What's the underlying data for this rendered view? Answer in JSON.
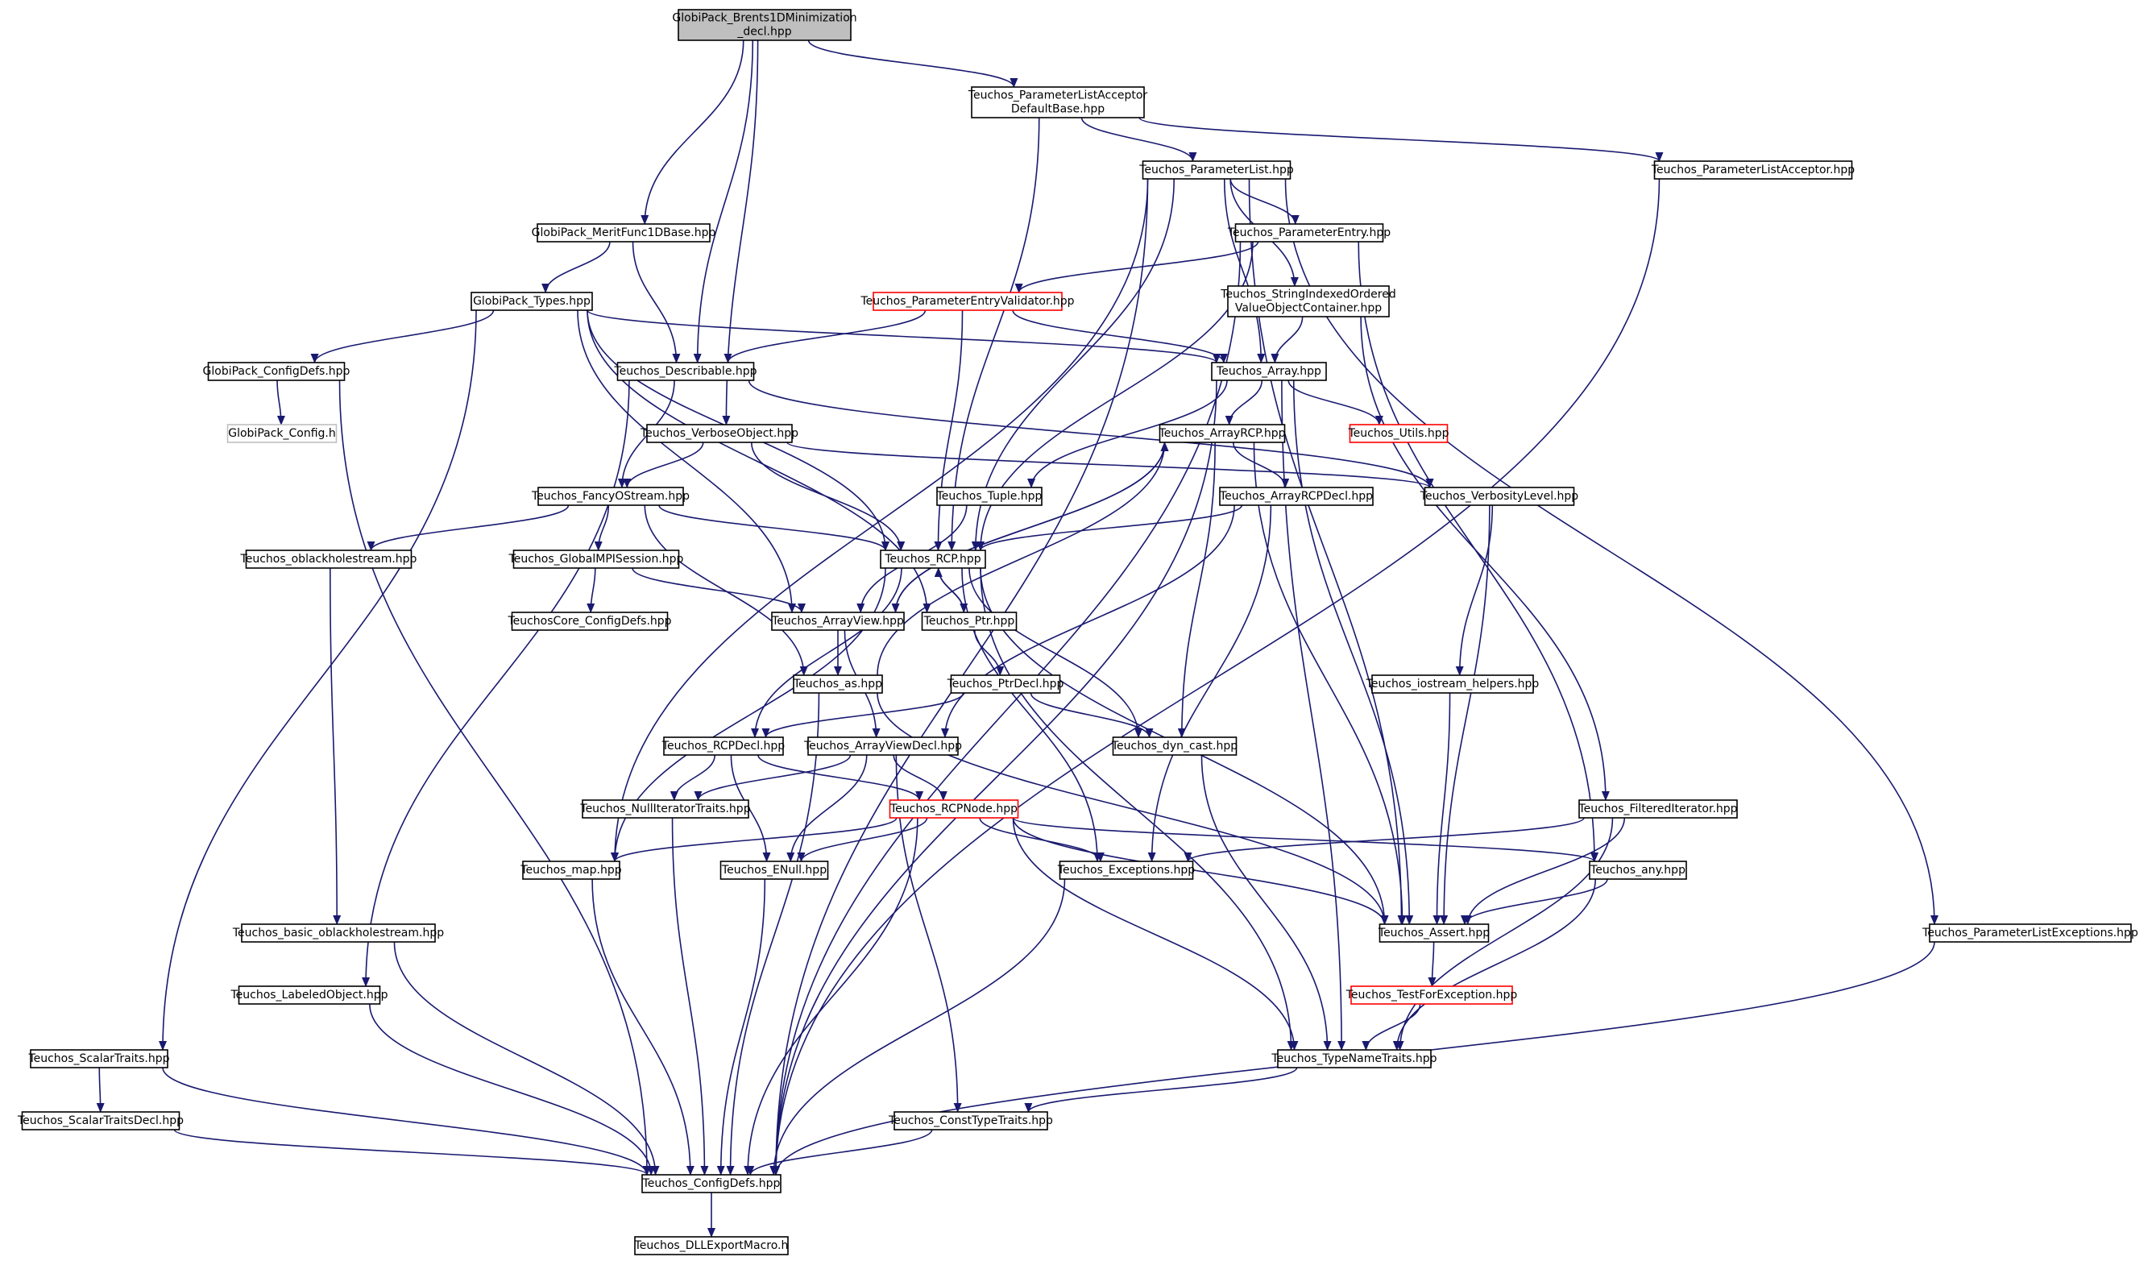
{
  "colors": {
    "edge": "#191970",
    "node_border": "#000000",
    "root_fill": "#bfbfbf",
    "truncated_border": "#ff0000",
    "external_border": "#bfbfbf",
    "external_text": "#555555"
  },
  "nodes": [
    {
      "id": "brents",
      "lines": [
        "GlobiPack_Brents1DMinimization",
        "_decl.hpp"
      ],
      "kind": "root"
    },
    {
      "id": "acceptor_default",
      "lines": [
        "Teuchos_ParameterListAcceptor",
        "DefaultBase.hpp"
      ],
      "kind": "normal"
    },
    {
      "id": "paramlist",
      "lines": [
        "Teuchos_ParameterList.hpp"
      ],
      "kind": "normal"
    },
    {
      "id": "acceptor",
      "lines": [
        "Teuchos_ParameterListAcceptor.hpp"
      ],
      "kind": "normal"
    },
    {
      "id": "meritfunc",
      "lines": [
        "GlobiPack_MeritFunc1DBase.hpp"
      ],
      "kind": "normal"
    },
    {
      "id": "paramentry",
      "lines": [
        "Teuchos_ParameterEntry.hpp"
      ],
      "kind": "normal"
    },
    {
      "id": "globitypes",
      "lines": [
        "GlobiPack_Types.hpp"
      ],
      "kind": "normal"
    },
    {
      "id": "validator",
      "lines": [
        "Teuchos_ParameterEntryValidator.hpp"
      ],
      "kind": "truncated"
    },
    {
      "id": "strindexed",
      "lines": [
        "Teuchos_StringIndexedOrdered",
        "ValueObjectContainer.hpp"
      ],
      "kind": "normal"
    },
    {
      "id": "globiconfigdefs",
      "lines": [
        "GlobiPack_ConfigDefs.hpp"
      ],
      "kind": "normal"
    },
    {
      "id": "describable",
      "lines": [
        "Teuchos_Describable.hpp"
      ],
      "kind": "normal"
    },
    {
      "id": "array",
      "lines": [
        "Teuchos_Array.hpp"
      ],
      "kind": "normal"
    },
    {
      "id": "globiconfigh",
      "lines": [
        "GlobiPack_Config.h"
      ],
      "kind": "external"
    },
    {
      "id": "verboseobj",
      "lines": [
        "Teuchos_VerboseObject.hpp"
      ],
      "kind": "normal"
    },
    {
      "id": "arrayrcp",
      "lines": [
        "Teuchos_ArrayRCP.hpp"
      ],
      "kind": "normal"
    },
    {
      "id": "utils",
      "lines": [
        "Teuchos_Utils.hpp"
      ],
      "kind": "truncated"
    },
    {
      "id": "fancyostream",
      "lines": [
        "Teuchos_FancyOStream.hpp"
      ],
      "kind": "normal"
    },
    {
      "id": "tuple",
      "lines": [
        "Teuchos_Tuple.hpp"
      ],
      "kind": "normal"
    },
    {
      "id": "arrayrcpdecl",
      "lines": [
        "Teuchos_ArrayRCPDecl.hpp"
      ],
      "kind": "normal"
    },
    {
      "id": "verbositylevel",
      "lines": [
        "Teuchos_VerbosityLevel.hpp"
      ],
      "kind": "normal"
    },
    {
      "id": "oblackhole",
      "lines": [
        "Teuchos_oblackholestream.hpp"
      ],
      "kind": "normal"
    },
    {
      "id": "globalmpi",
      "lines": [
        "Teuchos_GlobalMPISession.hpp"
      ],
      "kind": "normal"
    },
    {
      "id": "rcp",
      "lines": [
        "Teuchos_RCP.hpp"
      ],
      "kind": "normal"
    },
    {
      "id": "coreconfigdefs",
      "lines": [
        "TeuchosCore_ConfigDefs.hpp"
      ],
      "kind": "normal"
    },
    {
      "id": "arrayview",
      "lines": [
        "Teuchos_ArrayView.hpp"
      ],
      "kind": "normal"
    },
    {
      "id": "ptr",
      "lines": [
        "Teuchos_Ptr.hpp"
      ],
      "kind": "normal"
    },
    {
      "id": "as",
      "lines": [
        "Teuchos_as.hpp"
      ],
      "kind": "normal"
    },
    {
      "id": "ptrdecl",
      "lines": [
        "Teuchos_PtrDecl.hpp"
      ],
      "kind": "normal"
    },
    {
      "id": "iostreamhelpers",
      "lines": [
        "Teuchos_iostream_helpers.hpp"
      ],
      "kind": "normal"
    },
    {
      "id": "rcpdecl",
      "lines": [
        "Teuchos_RCPDecl.hpp"
      ],
      "kind": "normal"
    },
    {
      "id": "arrayviewdecl",
      "lines": [
        "Teuchos_ArrayViewDecl.hpp"
      ],
      "kind": "normal"
    },
    {
      "id": "dyncast",
      "lines": [
        "Teuchos_dyn_cast.hpp"
      ],
      "kind": "normal"
    },
    {
      "id": "nulliter",
      "lines": [
        "Teuchos_NullIteratorTraits.hpp"
      ],
      "kind": "normal"
    },
    {
      "id": "rcpnode",
      "lines": [
        "Teuchos_RCPNode.hpp"
      ],
      "kind": "truncated"
    },
    {
      "id": "filterediter",
      "lines": [
        "Teuchos_FilteredIterator.hpp"
      ],
      "kind": "normal"
    },
    {
      "id": "map",
      "lines": [
        "Teuchos_map.hpp"
      ],
      "kind": "normal"
    },
    {
      "id": "enull",
      "lines": [
        "Teuchos_ENull.hpp"
      ],
      "kind": "normal"
    },
    {
      "id": "exceptions",
      "lines": [
        "Teuchos_Exceptions.hpp"
      ],
      "kind": "normal"
    },
    {
      "id": "any",
      "lines": [
        "Teuchos_any.hpp"
      ],
      "kind": "normal"
    },
    {
      "id": "basicoblack",
      "lines": [
        "Teuchos_basic_oblackholestream.hpp"
      ],
      "kind": "normal"
    },
    {
      "id": "assert",
      "lines": [
        "Teuchos_Assert.hpp"
      ],
      "kind": "normal"
    },
    {
      "id": "paramlistexc",
      "lines": [
        "Teuchos_ParameterListExceptions.hpp"
      ],
      "kind": "normal"
    },
    {
      "id": "labeledobj",
      "lines": [
        "Teuchos_LabeledObject.hpp"
      ],
      "kind": "normal"
    },
    {
      "id": "testforexc",
      "lines": [
        "Teuchos_TestForException.hpp"
      ],
      "kind": "truncated"
    },
    {
      "id": "scalartraits",
      "lines": [
        "Teuchos_ScalarTraits.hpp"
      ],
      "kind": "normal"
    },
    {
      "id": "typenametraits",
      "lines": [
        "Teuchos_TypeNameTraits.hpp"
      ],
      "kind": "normal"
    },
    {
      "id": "scalartraitsdecl",
      "lines": [
        "Teuchos_ScalarTraitsDecl.hpp"
      ],
      "kind": "normal"
    },
    {
      "id": "consttypetraits",
      "lines": [
        "Teuchos_ConstTypeTraits.hpp"
      ],
      "kind": "normal"
    },
    {
      "id": "configdefs",
      "lines": [
        "Teuchos_ConfigDefs.hpp"
      ],
      "kind": "normal"
    },
    {
      "id": "dllexport",
      "lines": [
        "Teuchos_DLLExportMacro.h"
      ],
      "kind": "normal"
    }
  ],
  "edges": [
    [
      "brents",
      "acceptor_default"
    ],
    [
      "brents",
      "meritfunc"
    ],
    [
      "brents",
      "describable"
    ],
    [
      "brents",
      "verboseobj"
    ],
    [
      "acceptor_default",
      "paramlist"
    ],
    [
      "acceptor_default",
      "acceptor"
    ],
    [
      "acceptor_default",
      "rcp"
    ],
    [
      "acceptor",
      "configdefs"
    ],
    [
      "paramlist",
      "paramentry"
    ],
    [
      "paramlist",
      "strindexed"
    ],
    [
      "paramlist",
      "array"
    ],
    [
      "paramlist",
      "rcp"
    ],
    [
      "paramlist",
      "map"
    ],
    [
      "paramlist",
      "assert"
    ],
    [
      "paramlist",
      "paramlistexc"
    ],
    [
      "paramlist",
      "configdefs"
    ],
    [
      "meritfunc",
      "globitypes"
    ],
    [
      "meritfunc",
      "describable"
    ],
    [
      "paramentry",
      "validator"
    ],
    [
      "paramentry",
      "rcp"
    ],
    [
      "paramentry",
      "any"
    ],
    [
      "paramentry",
      "configdefs"
    ],
    [
      "globitypes",
      "globiconfigdefs"
    ],
    [
      "globitypes",
      "array"
    ],
    [
      "globitypes",
      "scalartraits"
    ],
    [
      "globitypes",
      "rcp"
    ],
    [
      "globitypes",
      "arrayview"
    ],
    [
      "globitypes",
      "ptr"
    ],
    [
      "validator",
      "describable"
    ],
    [
      "validator",
      "array"
    ],
    [
      "validator",
      "rcp"
    ],
    [
      "strindexed",
      "array"
    ],
    [
      "strindexed",
      "filterediter"
    ],
    [
      "globiconfigdefs",
      "globiconfigh"
    ],
    [
      "globiconfigdefs",
      "configdefs"
    ],
    [
      "describable",
      "fancyostream"
    ],
    [
      "describable",
      "verbositylevel"
    ],
    [
      "describable",
      "labeledobj"
    ],
    [
      "array",
      "arrayrcp"
    ],
    [
      "array",
      "utils"
    ],
    [
      "array",
      "tuple"
    ],
    [
      "array",
      "assert"
    ],
    [
      "array",
      "typenametraits"
    ],
    [
      "array",
      "configdefs"
    ],
    [
      "verboseobj",
      "fancyostream"
    ],
    [
      "verboseobj",
      "verbositylevel"
    ],
    [
      "verboseobj",
      "rcp"
    ],
    [
      "arrayrcp",
      "arrayrcpdecl"
    ],
    [
      "arrayrcp",
      "arrayview"
    ],
    [
      "arrayrcp",
      "dyncast"
    ],
    [
      "arrayrcp",
      "assert"
    ],
    [
      "fancyostream",
      "oblackhole"
    ],
    [
      "fancyostream",
      "globalmpi"
    ],
    [
      "fancyostream",
      "rcp"
    ],
    [
      "fancyostream",
      "as"
    ],
    [
      "tuple",
      "arrayview"
    ],
    [
      "arrayrcpdecl",
      "rcp"
    ],
    [
      "arrayrcpdecl",
      "arrayviewdecl"
    ],
    [
      "arrayrcpdecl",
      "exceptions"
    ],
    [
      "verbositylevel",
      "iostreamhelpers"
    ],
    [
      "verbositylevel",
      "assert"
    ],
    [
      "oblackhole",
      "basicoblack"
    ],
    [
      "globalmpi",
      "coreconfigdefs"
    ],
    [
      "globalmpi",
      "arrayview"
    ],
    [
      "rcp",
      "rcpdecl"
    ],
    [
      "rcp",
      "ptr"
    ],
    [
      "rcp",
      "dyncast"
    ],
    [
      "rcp",
      "map"
    ],
    [
      "rcp",
      "exceptions"
    ],
    [
      "rcp",
      "assert"
    ],
    [
      "rcp",
      "typenametraits"
    ],
    [
      "arrayview",
      "arrayrcp"
    ],
    [
      "arrayview",
      "as"
    ],
    [
      "arrayview",
      "arrayviewdecl"
    ],
    [
      "ptr",
      "rcp"
    ],
    [
      "ptr",
      "ptrdecl"
    ],
    [
      "as",
      "arrayrcp"
    ],
    [
      "as",
      "assert"
    ],
    [
      "as",
      "configdefs"
    ],
    [
      "ptrdecl",
      "rcpdecl"
    ],
    [
      "ptrdecl",
      "dyncast"
    ],
    [
      "iostreamhelpers",
      "assert"
    ],
    [
      "rcpdecl",
      "rcpnode"
    ],
    [
      "rcpdecl",
      "nulliter"
    ],
    [
      "rcpdecl",
      "enull"
    ],
    [
      "arrayviewdecl",
      "rcpnode"
    ],
    [
      "arrayviewdecl",
      "nulliter"
    ],
    [
      "arrayviewdecl",
      "enull"
    ],
    [
      "arrayviewdecl",
      "consttypetraits"
    ],
    [
      "dyncast",
      "typenametraits"
    ],
    [
      "nulliter",
      "configdefs"
    ],
    [
      "rcpnode",
      "map"
    ],
    [
      "rcpnode",
      "enull"
    ],
    [
      "rcpnode",
      "exceptions"
    ],
    [
      "rcpnode",
      "any"
    ],
    [
      "rcpnode",
      "assert"
    ],
    [
      "rcpnode",
      "typenametraits"
    ],
    [
      "rcpnode",
      "configdefs"
    ],
    [
      "filterediter",
      "exceptions"
    ],
    [
      "filterediter",
      "assert"
    ],
    [
      "filterediter",
      "typenametraits"
    ],
    [
      "map",
      "configdefs"
    ],
    [
      "enull",
      "configdefs"
    ],
    [
      "exceptions",
      "configdefs"
    ],
    [
      "any",
      "assert"
    ],
    [
      "any",
      "typenametraits"
    ],
    [
      "basicoblack",
      "configdefs"
    ],
    [
      "assert",
      "testforexc"
    ],
    [
      "paramlistexc",
      "configdefs"
    ],
    [
      "labeledobj",
      "configdefs"
    ],
    [
      "testforexc",
      "typenametraits"
    ],
    [
      "scalartraits",
      "scalartraitsdecl"
    ],
    [
      "scalartraits",
      "configdefs"
    ],
    [
      "typenametraits",
      "consttypetraits"
    ],
    [
      "scalartraitsdecl",
      "configdefs"
    ],
    [
      "consttypetraits",
      "configdefs"
    ],
    [
      "configdefs",
      "dllexport"
    ]
  ]
}
